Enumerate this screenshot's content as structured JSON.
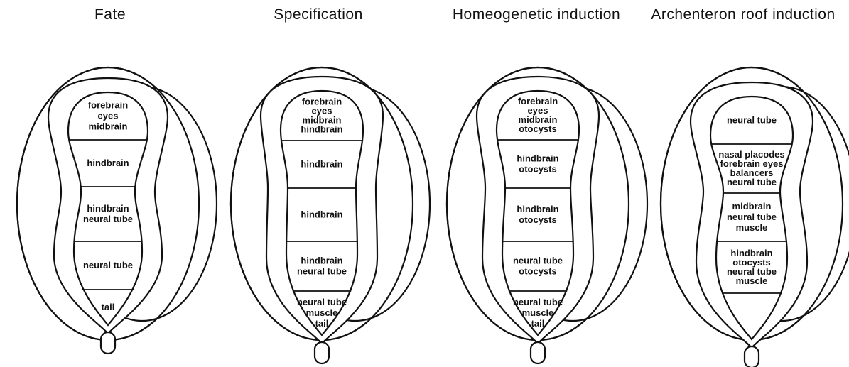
{
  "panels": [
    {
      "title": "Fate",
      "regions": [
        [
          "forebrain",
          "eyes",
          "midbrain"
        ],
        [
          "hindbrain"
        ],
        [
          "hindbrain",
          "neural tube"
        ],
        [
          "neural tube"
        ],
        [
          "tail"
        ]
      ]
    },
    {
      "title": "Specification",
      "regions": [
        [
          "forebrain",
          "eyes",
          "midbrain",
          "hindbrain"
        ],
        [
          "hindbrain"
        ],
        [
          "hindbrain"
        ],
        [
          "hindbrain",
          "neural tube"
        ],
        [
          "neural tube",
          "muscle",
          "tail"
        ]
      ]
    },
    {
      "title": "Homeogenetic induction",
      "regions": [
        [
          "forebrain",
          "eyes",
          "midbrain",
          "otocysts"
        ],
        [
          "hindbrain",
          "otocysts"
        ],
        [
          "hindbrain",
          "otocysts"
        ],
        [
          "neural tube",
          "otocysts"
        ],
        [
          "neural tube",
          "muscle",
          "tail"
        ]
      ]
    },
    {
      "title": "Archenteron roof induction",
      "regions": [
        [
          "neural tube"
        ],
        [
          "nasal placodes",
          "forebrain eyes",
          "balancers",
          "neural tube"
        ],
        [
          "midbrain",
          "neural tube",
          "muscle"
        ],
        [
          "hindbrain",
          "otocysts",
          "neural tube",
          "muscle"
        ],
        []
      ]
    }
  ]
}
